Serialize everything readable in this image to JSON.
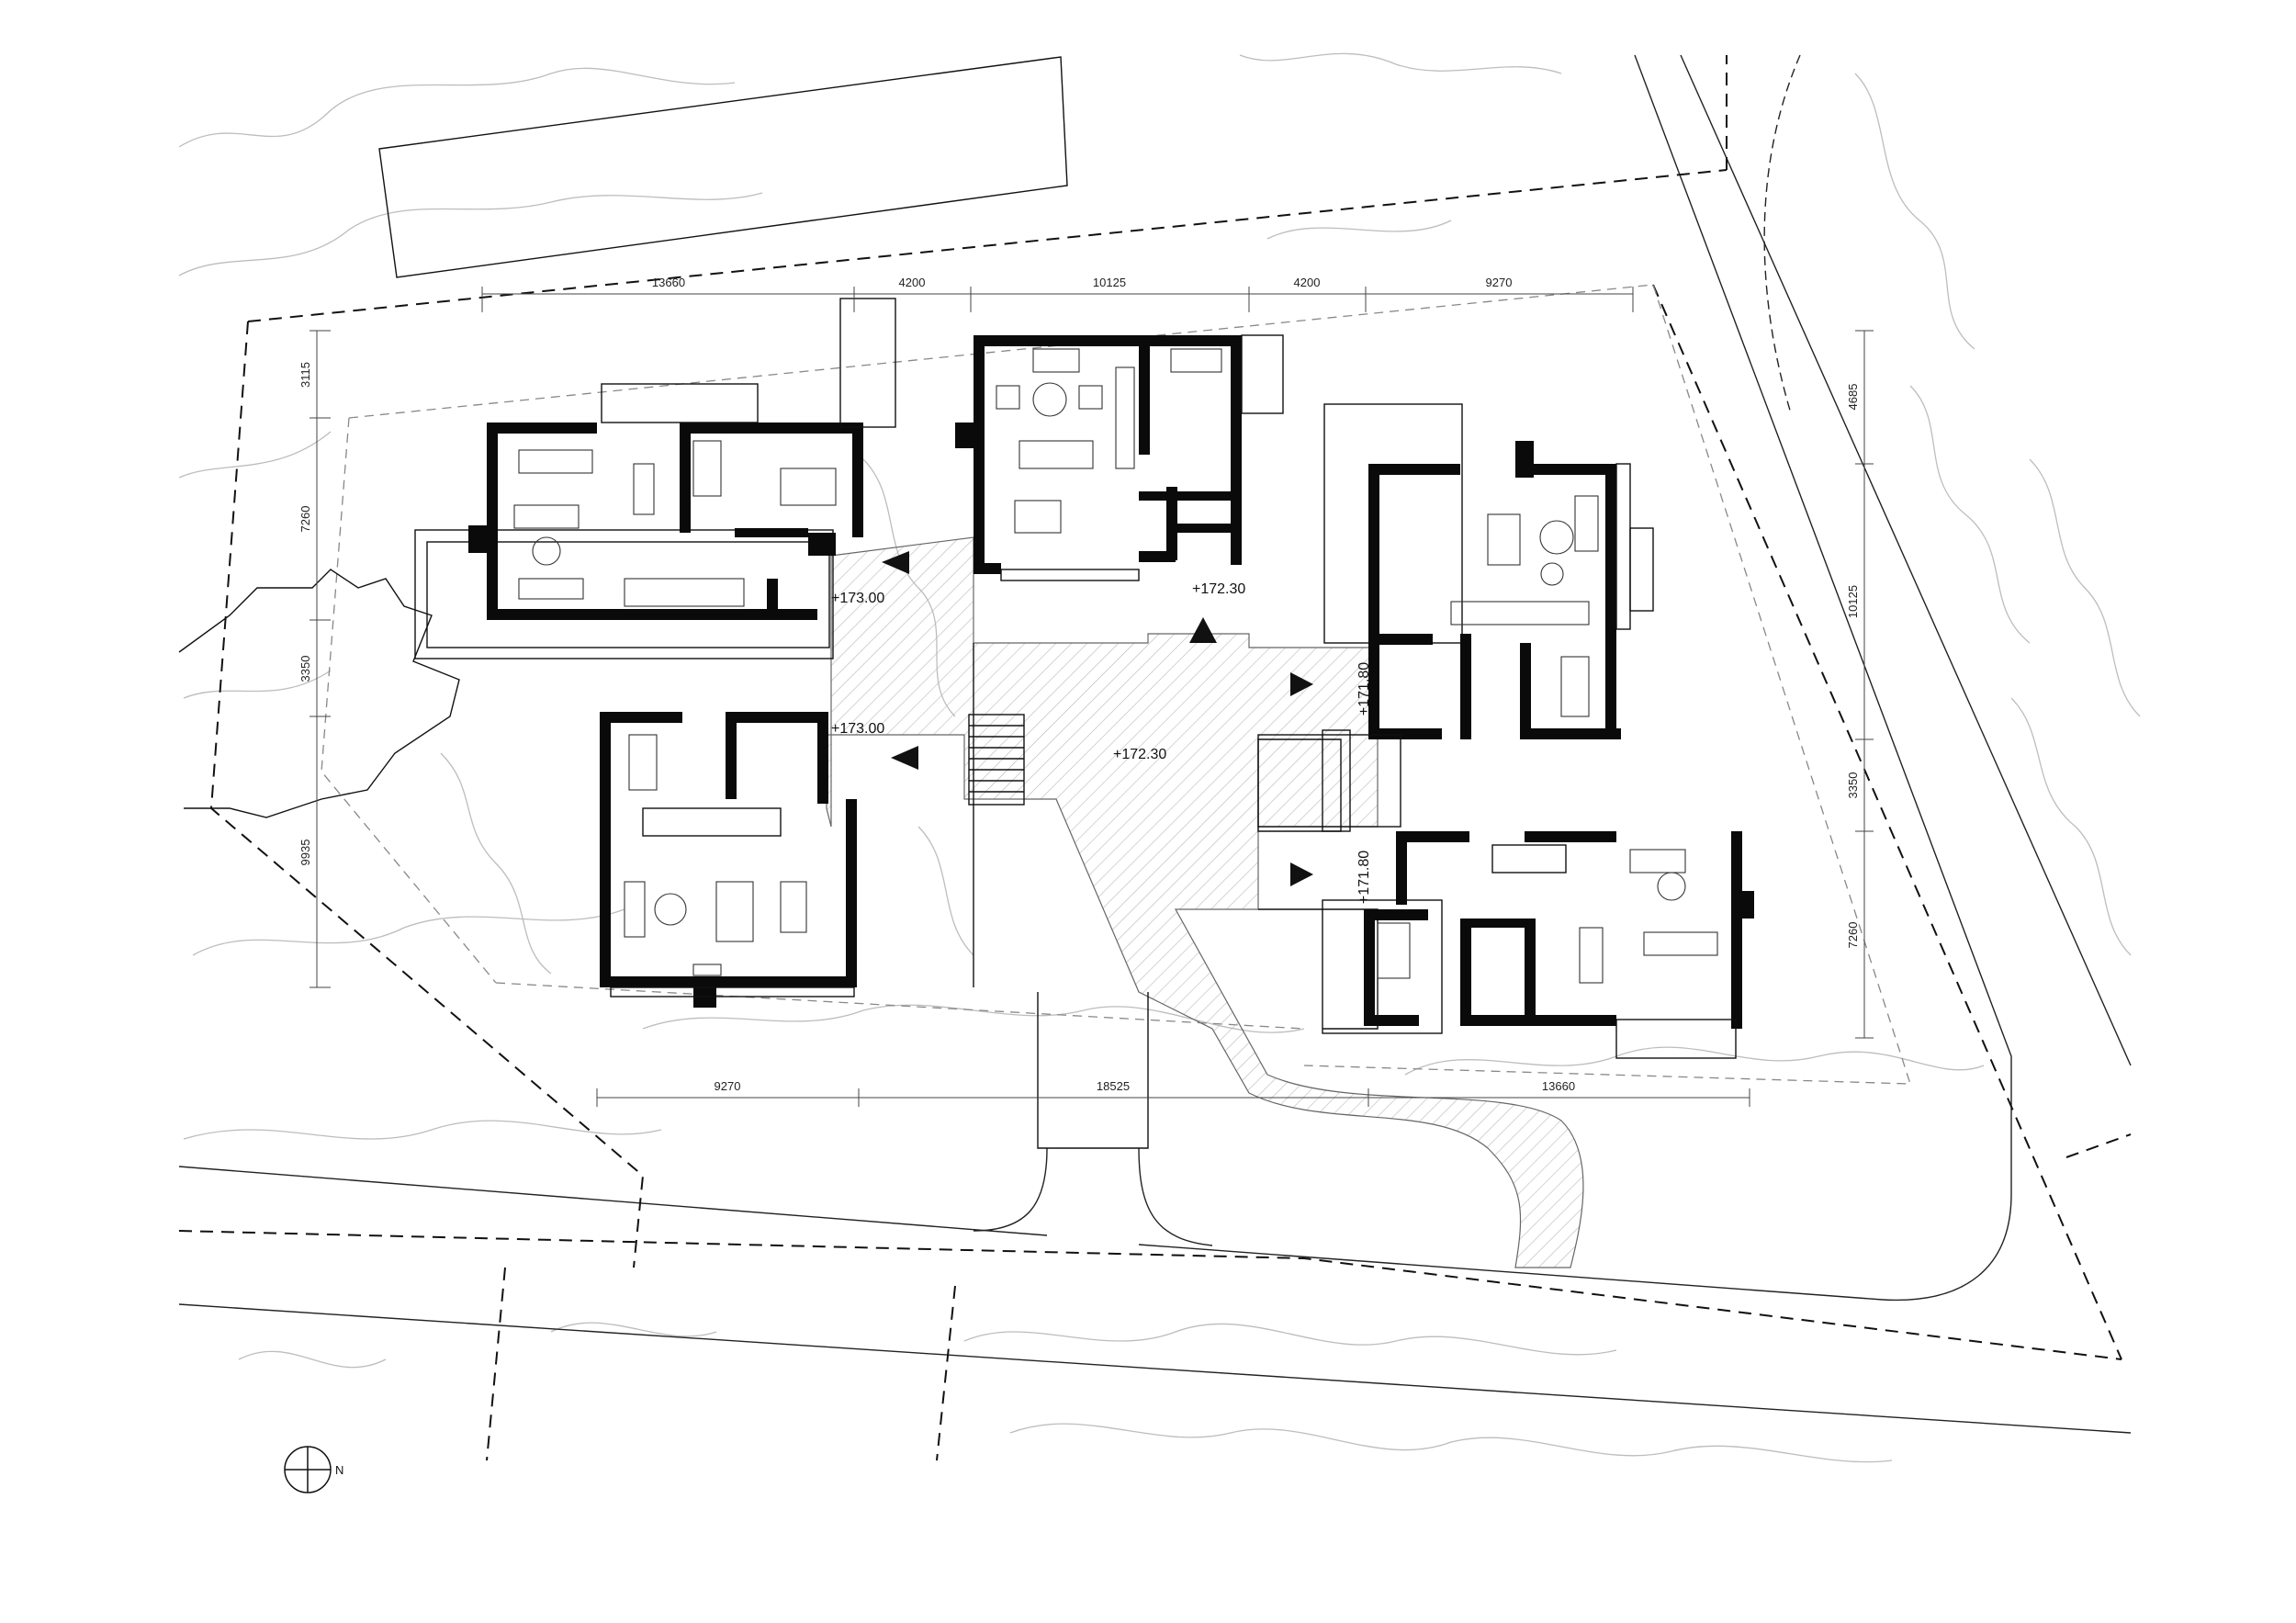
{
  "dimensions": {
    "top": [
      "13660",
      "4200",
      "10125",
      "4200",
      "9270"
    ],
    "bottom": [
      "9270",
      "18525",
      "13660"
    ],
    "left": [
      "3115",
      "7260",
      "3350",
      "9935"
    ],
    "right": [
      "4685",
      "10125",
      "3350",
      "7260"
    ]
  },
  "levels": {
    "house_nw_entry": "+173.00",
    "house_sw_entry": "+173.00",
    "house_n_entry": "+172.30",
    "courtyard": "+172.30",
    "house_ne_entry": "+171.80",
    "house_se_entry": "+171.80"
  },
  "north": {
    "label": "N"
  }
}
